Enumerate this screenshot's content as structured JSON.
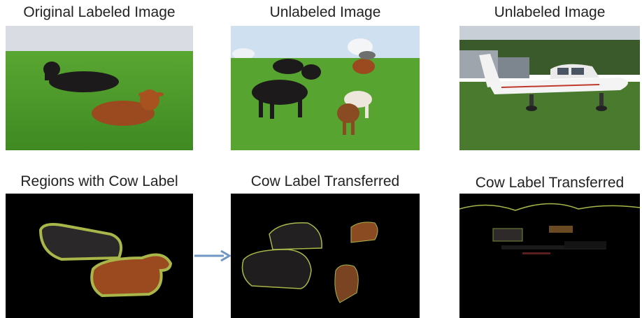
{
  "captions": {
    "top_left": "Original Labeled Image",
    "top_middle": "Unlabeled Image",
    "top_right": "Unlabeled Image",
    "bottom_left": "Regions with Cow Label",
    "bottom_middle": "Cow Label Transferred",
    "bottom_right": "Cow Label Transferred"
  },
  "colors": {
    "sky": "#d6dfe8",
    "grass": "#4f9a2c",
    "grass_dark": "#3e7f22",
    "cow_black": "#1c1a1a",
    "cow_brown": "#9a4a1e",
    "cow_white": "#ece6dc",
    "mask_bg": "#000000",
    "outline": "#a8b64a",
    "arrow": "#6f97c4"
  }
}
